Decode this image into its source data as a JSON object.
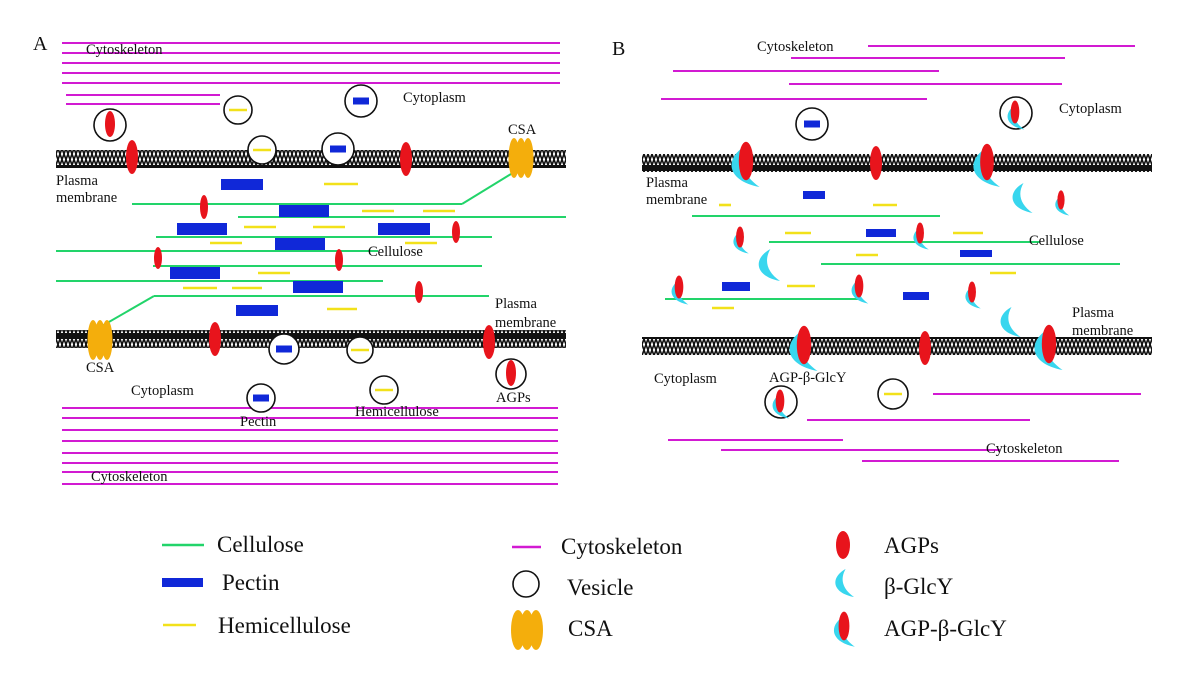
{
  "colors": {
    "cellulose": "#22d46a",
    "pectin": "#1028d8",
    "hemicellulose": "#f2e11a",
    "cytoskeleton": "#d21ad2",
    "agp": "#e8141c",
    "glcy": "#38d6ee",
    "csa": "#f4ae0c",
    "membrane": "#111111"
  },
  "icons": {
    "csa": "csa-icon",
    "agp": "agp-icon",
    "glcy": "glcy-icon",
    "vesicle": "vesicle-icon"
  },
  "panel_a": {
    "letter": "A",
    "labels": {
      "cytoskeleton_top": "Cytoskeleton",
      "cytoplasm_top": "Cytoplasm",
      "csa_top": "CSA",
      "plasma_membrane_top_1": "Plasma",
      "plasma_membrane_top_2": "membrane",
      "cellulose": "Cellulose",
      "plasma_membrane_bottom_1": "Plasma",
      "plasma_membrane_bottom_2": "membrane",
      "csa_bottom": "CSA",
      "cytoplasm_bottom": "Cytoplasm",
      "pectin": "Pectin",
      "hemicellulose": "Hemicellulose",
      "agps": "AGPs",
      "cytoskeleton_bottom": "Cytoskeleton"
    }
  },
  "panel_b": {
    "letter": "B",
    "labels": {
      "cytoskeleton_top": "Cytoskeleton",
      "cytoplasm_top": "Cytoplasm",
      "plasma_membrane_top_1": "Plasma",
      "plasma_membrane_top_2": "membrane",
      "cellulose": "Cellulose",
      "plasma_membrane_bottom_1": "Plasma",
      "plasma_membrane_bottom_2": "membrane",
      "cytoplasm_bottom": "Cytoplasm",
      "agp_glcy": "AGP-β-GlcY",
      "cytoskeleton_bottom": "Cytoskeleton"
    }
  },
  "legend": {
    "cellulose": "Cellulose",
    "pectin": "Pectin",
    "hemicellulose": "Hemicellulose",
    "cytoskeleton": "Cytoskeleton",
    "vesicle": "Vesicle",
    "csa": "CSA",
    "agps": "AGPs",
    "glcy": "β-GlcY",
    "agp_glcy": "AGP-β-GlcY"
  }
}
